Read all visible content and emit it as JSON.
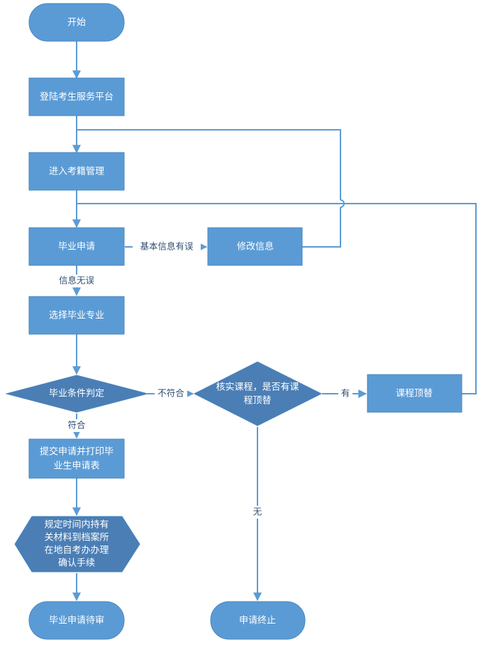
{
  "colors": {
    "box_fill": "#5b9bd5",
    "box_stroke": "#4a86bf",
    "diamond_fill": "#4a7eb5",
    "line": "#5b9bd5",
    "label_text": "#2f4f73",
    "node_text": "#ffffff"
  },
  "nodes": {
    "start": "开始",
    "login": "登陆考生服务平台",
    "enter_records": "进入考籍管理",
    "graduation_apply": "毕业申请",
    "modify_info": "修改信息",
    "select_major": "选择毕业专业",
    "condition_check": "毕业条件判定",
    "verify_line1": "核实课程，是否有课",
    "verify_line2": "程顶替",
    "course_replace": "课程顶替",
    "submit_line1": "提交申请并打印毕",
    "submit_line2": "业生申请表",
    "deliver_line1": "规定时间内持有",
    "deliver_line2": "关材料到档案所",
    "deliver_line3": "在地自考办办理",
    "deliver_line4": "确认手续",
    "pending": "毕业申请待审",
    "terminate": "申请终止"
  },
  "edge_labels": {
    "info_error": "基本信息有误",
    "info_ok": "信息无误",
    "not_meet": "不符合",
    "meet": "符合",
    "has": "有",
    "none": "无"
  }
}
